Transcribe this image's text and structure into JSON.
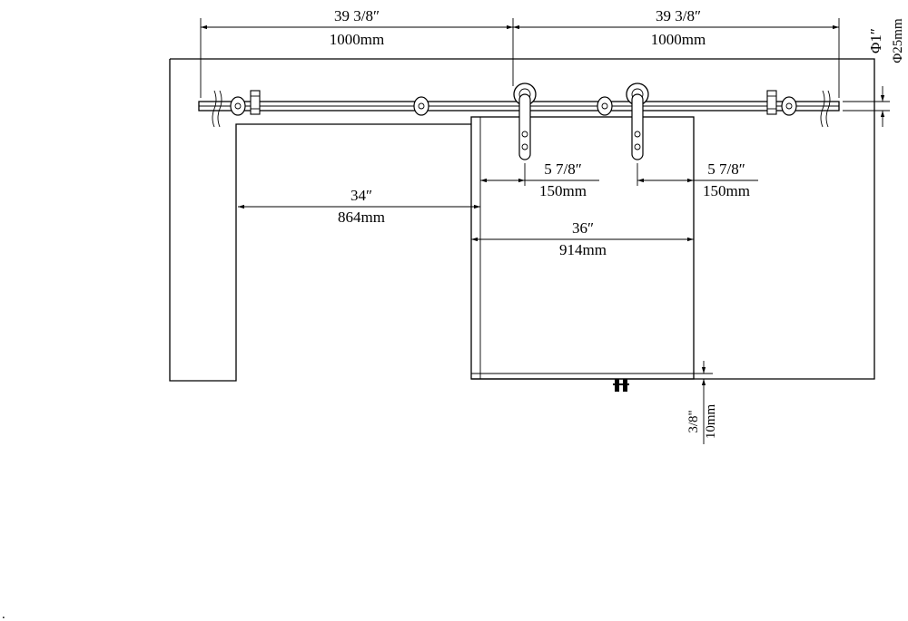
{
  "dimensions": {
    "top_left": {
      "imperial": "39 3/8″",
      "metric": "1000mm"
    },
    "top_right": {
      "imperial": "39 3/8″",
      "metric": "1000mm"
    },
    "rail_diameter": {
      "imperial": "Φ1″",
      "metric": "Φ25mm"
    },
    "hanger_left_offset": {
      "imperial": "5 7/8″",
      "metric": "150mm"
    },
    "hanger_right_offset": {
      "imperial": "5 7/8″",
      "metric": "150mm"
    },
    "opening_width": {
      "imperial": "34″",
      "metric": "864mm"
    },
    "door_width": {
      "imperial": "36″",
      "metric": "914mm"
    },
    "floor_clearance": {
      "imperial": "3/8\"",
      "metric": "10mm"
    }
  },
  "corner_mark": "."
}
